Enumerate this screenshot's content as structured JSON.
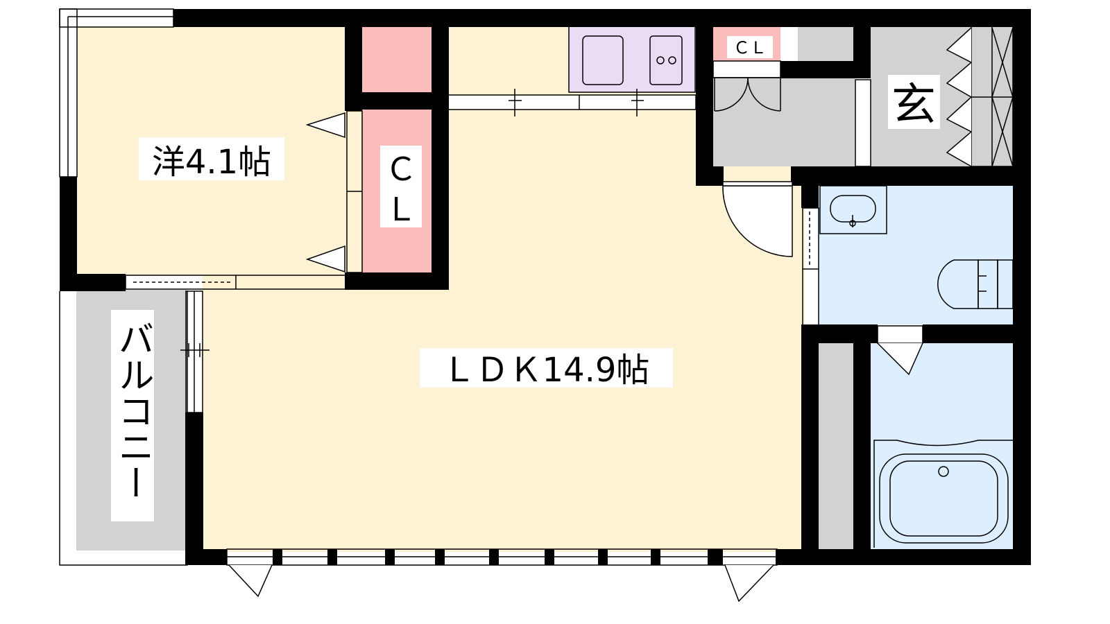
{
  "rooms": {
    "western": {
      "label": "洋4.1帖",
      "color": "#fdf2d3"
    },
    "ldk": {
      "label": "ＬＤＫ14.9帖",
      "color": "#fdf2d3"
    },
    "balcony": {
      "label": "バルコニー",
      "color": "#d2d2d2"
    },
    "entrance": {
      "label": "玄",
      "color": "#d2d2d2"
    },
    "closet_main": {
      "label_top": "Ｃ",
      "label_bottom": "Ｌ",
      "color": "#fbbcbc"
    },
    "closet_small": {
      "label": "ＣＬ",
      "color": "#fbbcbc"
    },
    "sanitary": {
      "color": "#ddeefe"
    },
    "kitchen": {
      "color": "#eadcf5"
    }
  },
  "colors": {
    "wall": "#000000",
    "hall": "#d2d2d2"
  }
}
